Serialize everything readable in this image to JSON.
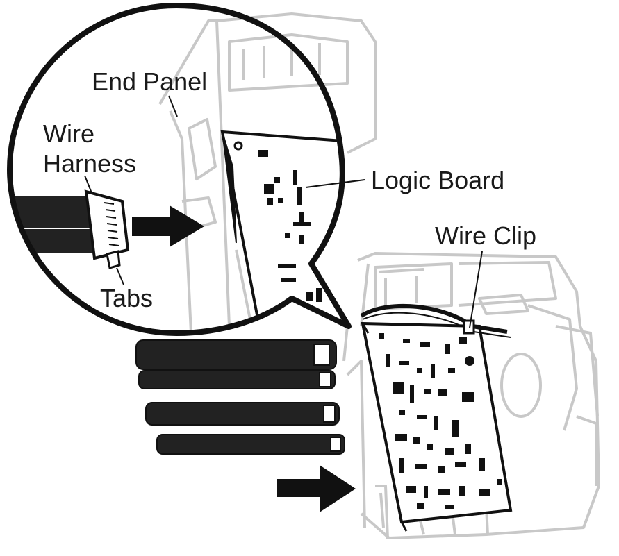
{
  "labels": {
    "end_panel": "End Panel",
    "wire_harness_line1": "Wire",
    "wire_harness_line2": "Harness",
    "tabs": "Tabs",
    "logic_board": "Logic Board",
    "wire_clip": "Wire Clip"
  },
  "colors": {
    "line_gray": "#c8c8c8",
    "ink": "#111111",
    "harness_fill": "#222222",
    "background": "#ffffff"
  },
  "icons": {
    "insert_arrow_top": "arrow-right-icon",
    "insert_arrow_bottom": "arrow-right-icon"
  }
}
